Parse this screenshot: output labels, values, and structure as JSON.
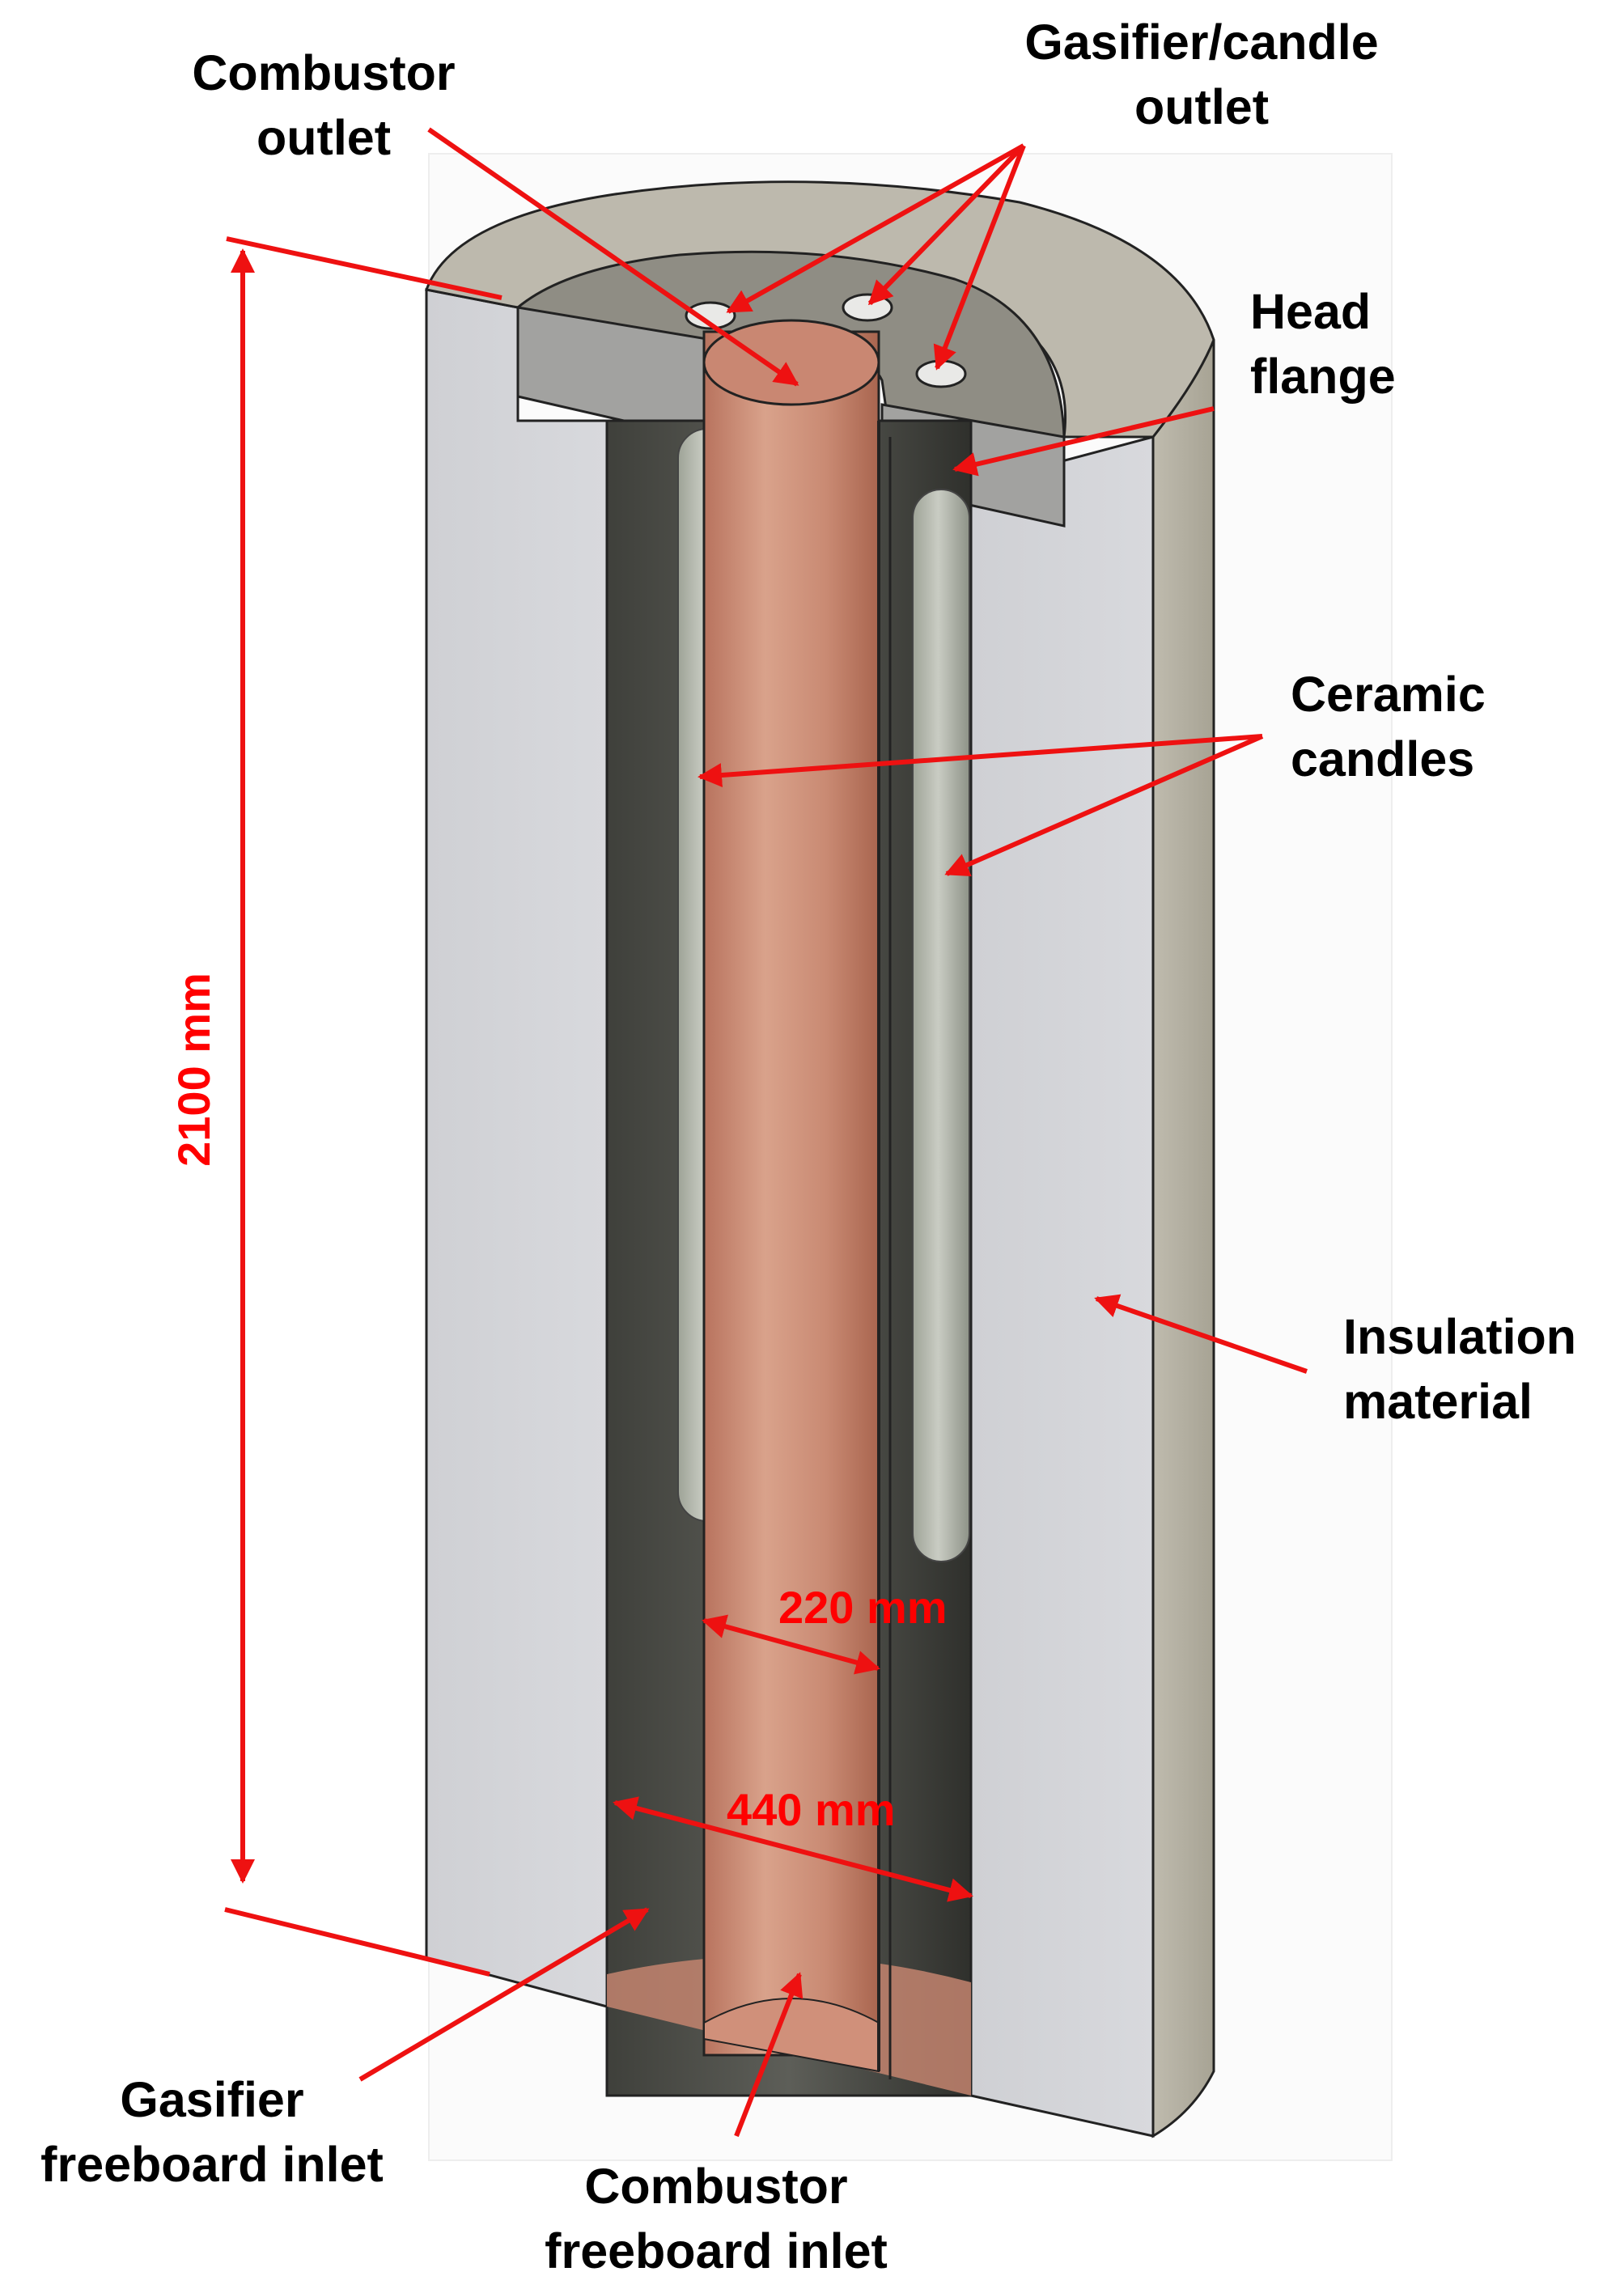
{
  "labels": {
    "combustor_outlet": [
      "Combustor",
      "outlet"
    ],
    "gasifier_candle_outlet": [
      "Gasifier/candle",
      "outlet"
    ],
    "head_flange": [
      "Head",
      "flange"
    ],
    "ceramic_candles": [
      "Ceramic",
      "candles"
    ],
    "insulation_material": [
      "Insulation",
      "material"
    ],
    "gasifier_freeboard_inlet": [
      "Gasifier",
      "freeboard inlet"
    ],
    "combustor_freeboard_inlet": [
      "Combustor",
      "freeboard inlet"
    ]
  },
  "dimensions": {
    "height": "2100 mm",
    "inner_diameter": "220 mm",
    "outer_diameter": "440 mm"
  },
  "colors": {
    "arrow": "#ee1111",
    "dimension_text": "#ff0000",
    "insulation": "#d3d4d8",
    "insulation_top": "#bdb9ad",
    "flange": "#9a9a96",
    "combustor_tube": "#c98a73",
    "ceramic_candle": "#b8bcb3",
    "cavity": "#4e4f4a"
  }
}
